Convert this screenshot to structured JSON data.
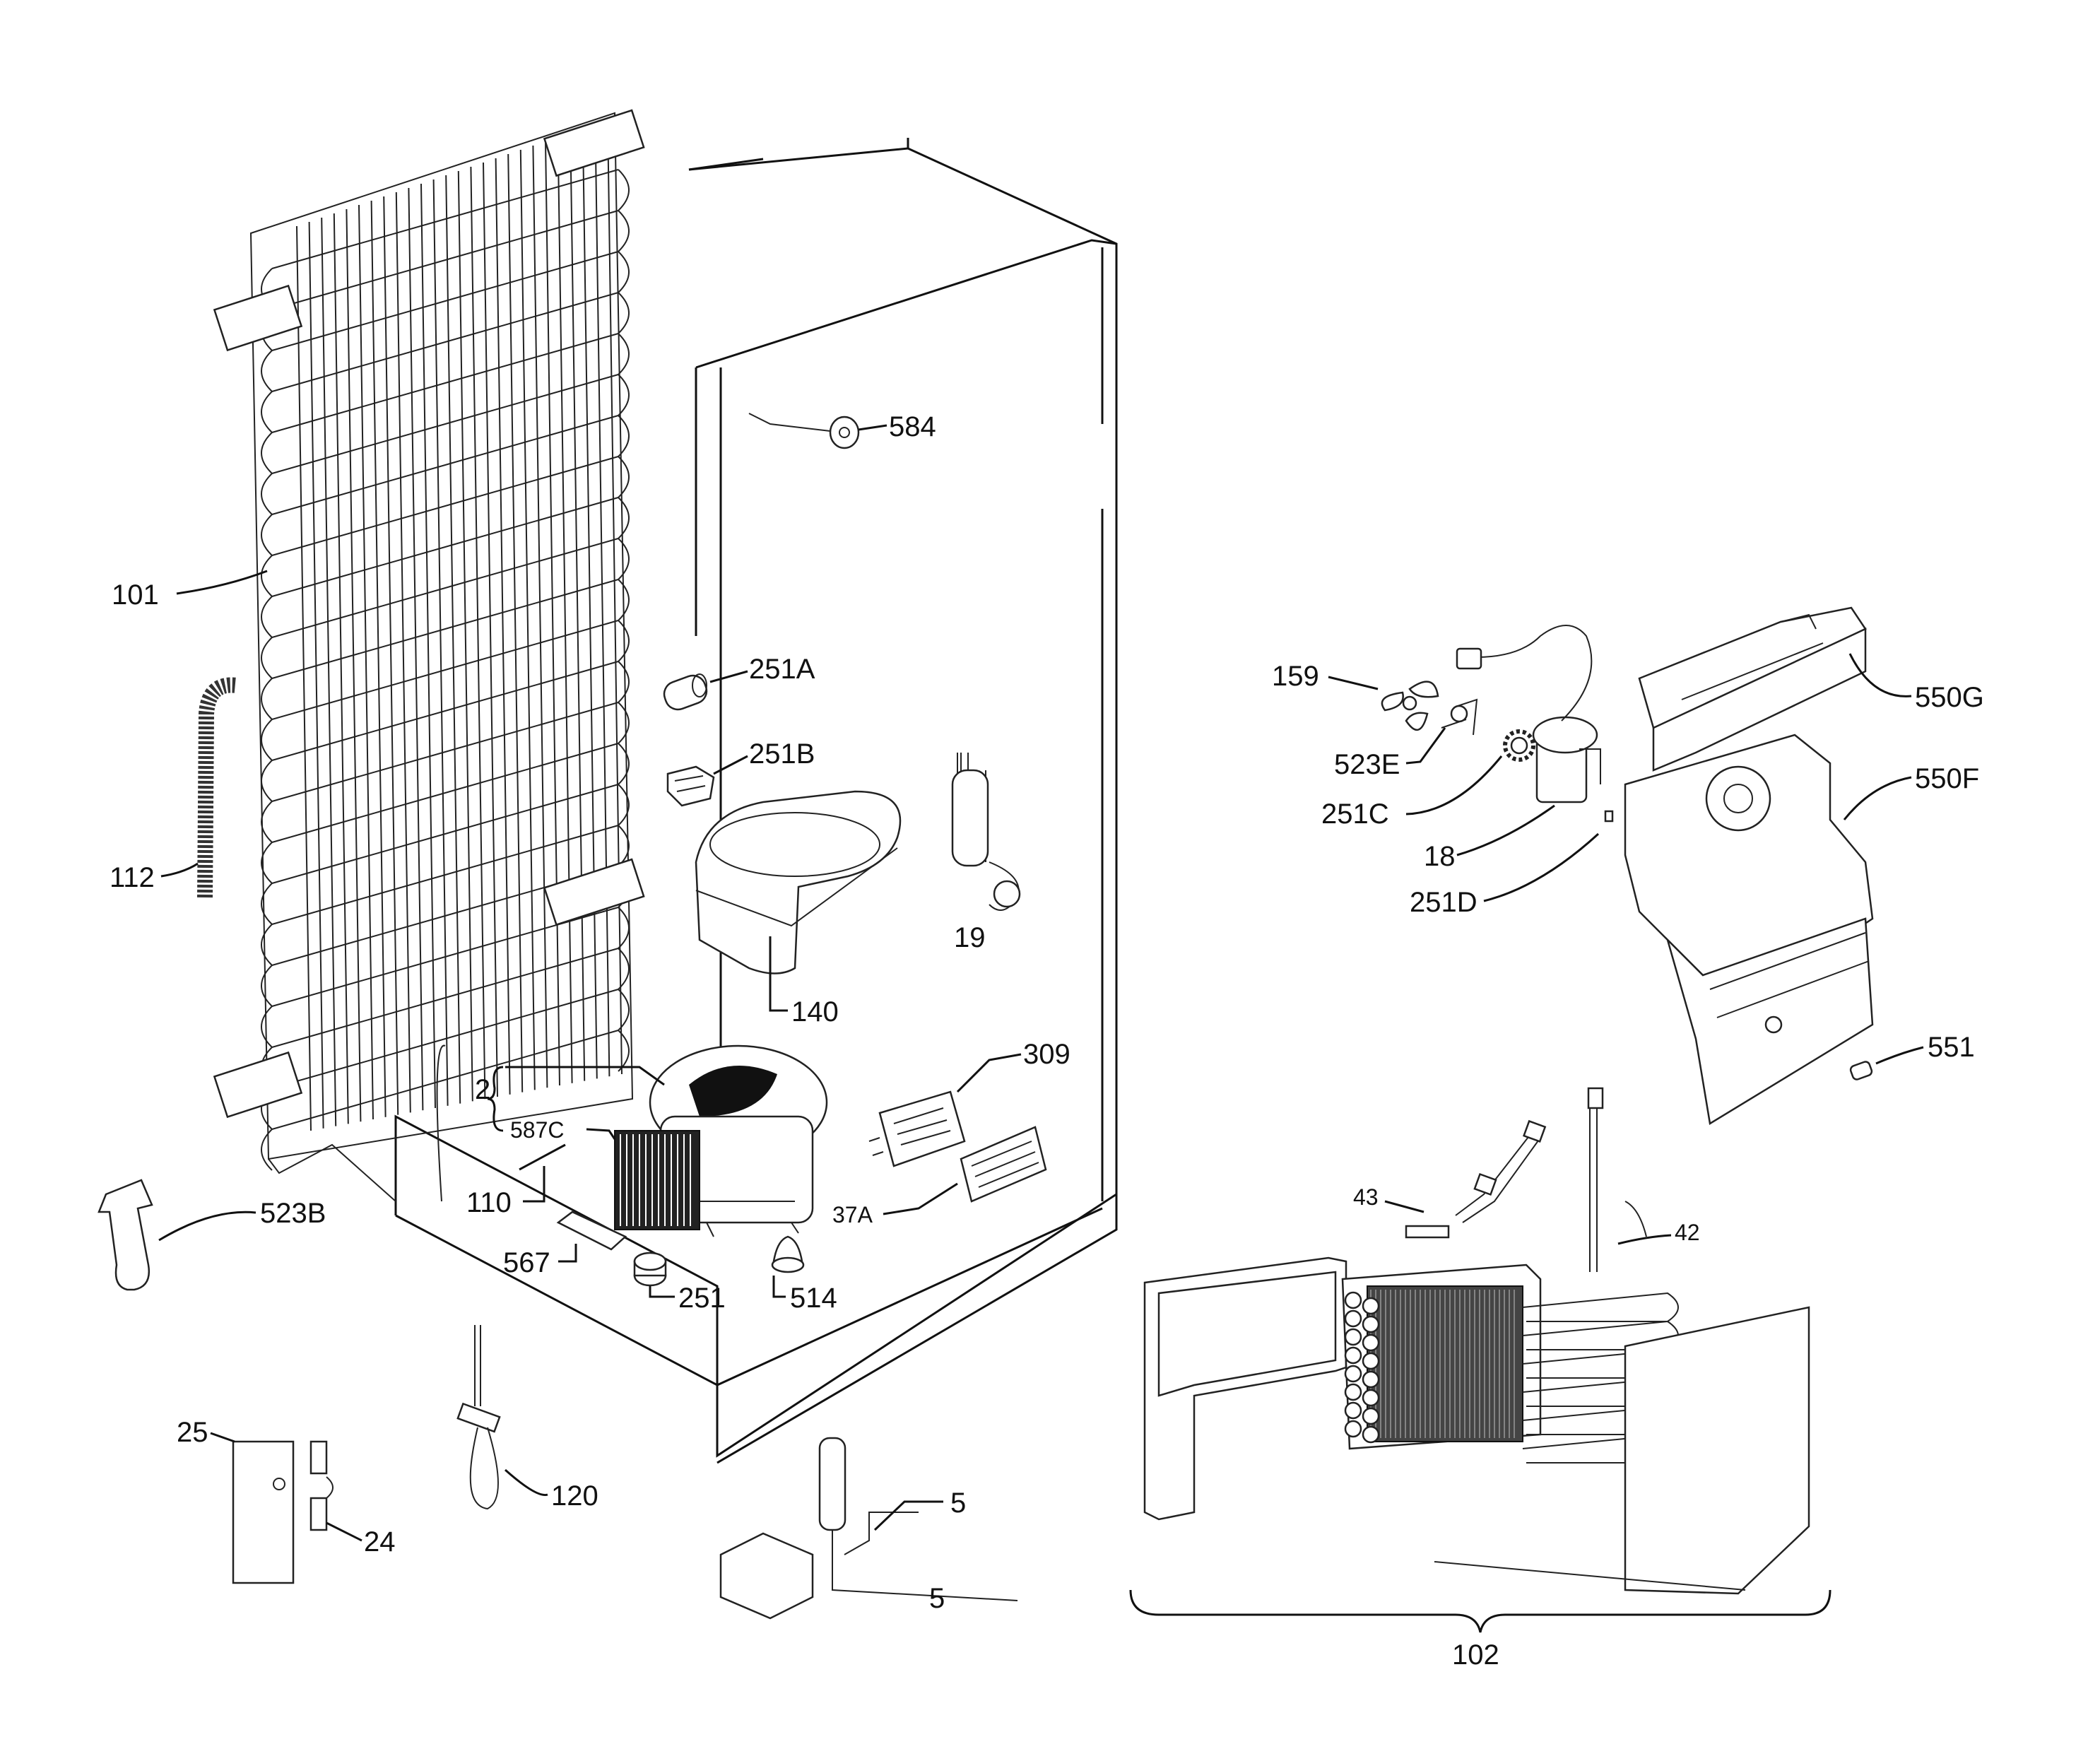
{
  "diagram": {
    "labels": {
      "p101": "101",
      "p112": "112",
      "p584": "584",
      "p251A": "251A",
      "p251B": "251B",
      "p19": "19",
      "p140": "140",
      "p2": "2",
      "p587C": "587C",
      "p110": "110",
      "p567": "567",
      "p251": "251",
      "p514": "514",
      "p309": "309",
      "p37A": "37A",
      "p523B": "523B",
      "p25": "25",
      "p24": "24",
      "p120": "120",
      "p5a": "5",
      "p5b": "5",
      "p159": "159",
      "p523E": "523E",
      "p251C": "251C",
      "p18": "18",
      "p251D": "251D",
      "p550G": "550G",
      "p550F": "550F",
      "p551": "551",
      "p43": "43",
      "p42": "42",
      "p102": "102"
    }
  }
}
